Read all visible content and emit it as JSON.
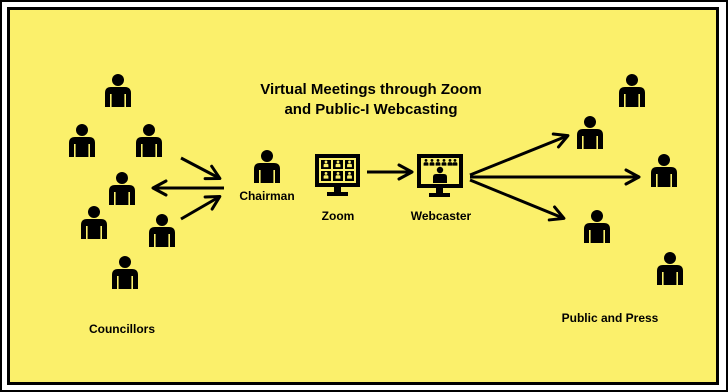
{
  "title": {
    "line1": "Virtual Meetings through Zoom",
    "line2": "and Public-I Webcasting"
  },
  "labels": {
    "councillors": "Councillors",
    "chairman": "Chairman",
    "zoom": "Zoom",
    "webcaster": "Webcaster",
    "public": "Public and Press"
  },
  "colors": {
    "background": "#fbf06b",
    "ink": "#000000"
  },
  "icons": {
    "person": "person-icon",
    "zoom_monitor": "zoom-grid-monitor-icon",
    "webcaster_monitor": "webcast-monitor-icon"
  }
}
